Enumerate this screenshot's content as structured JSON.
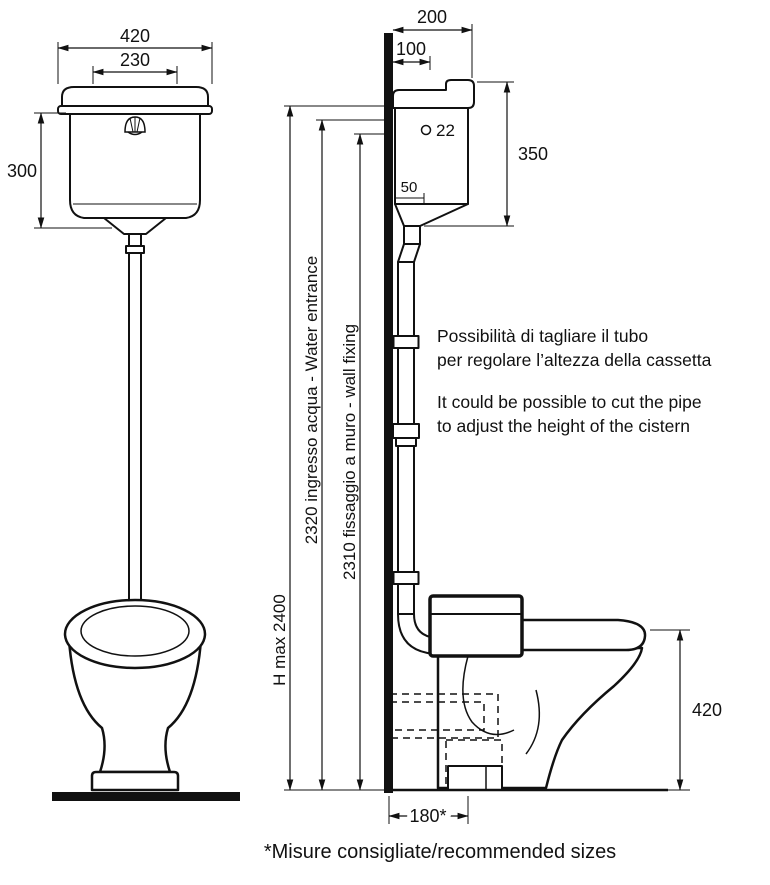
{
  "front_view": {
    "dim_width": "420",
    "dim_lid": "230",
    "dim_height": "300"
  },
  "side_view": {
    "dim_depth": "200",
    "dim_inlet_offset": "100",
    "dim_hole": "22",
    "dim_height": "350",
    "dim_pipe_offset": "50",
    "dim_pan_height": "420",
    "dim_outlet": "180*"
  },
  "height_dims": {
    "h_max": "H max 2400",
    "water_entrance": "2320 ingresso acqua - Water entrance",
    "wall_fixing": "2310 fissaggio a muro - wall fixing"
  },
  "note": {
    "it1": "Possibilità di tagliare il tubo",
    "it2": "per regolare l’altezza della cassetta",
    "en1": "It could be possible to cut the pipe",
    "en2": "to adjust the height of the cistern"
  },
  "footer": {
    "text": "*Misure consigliate/recommended sizes"
  }
}
